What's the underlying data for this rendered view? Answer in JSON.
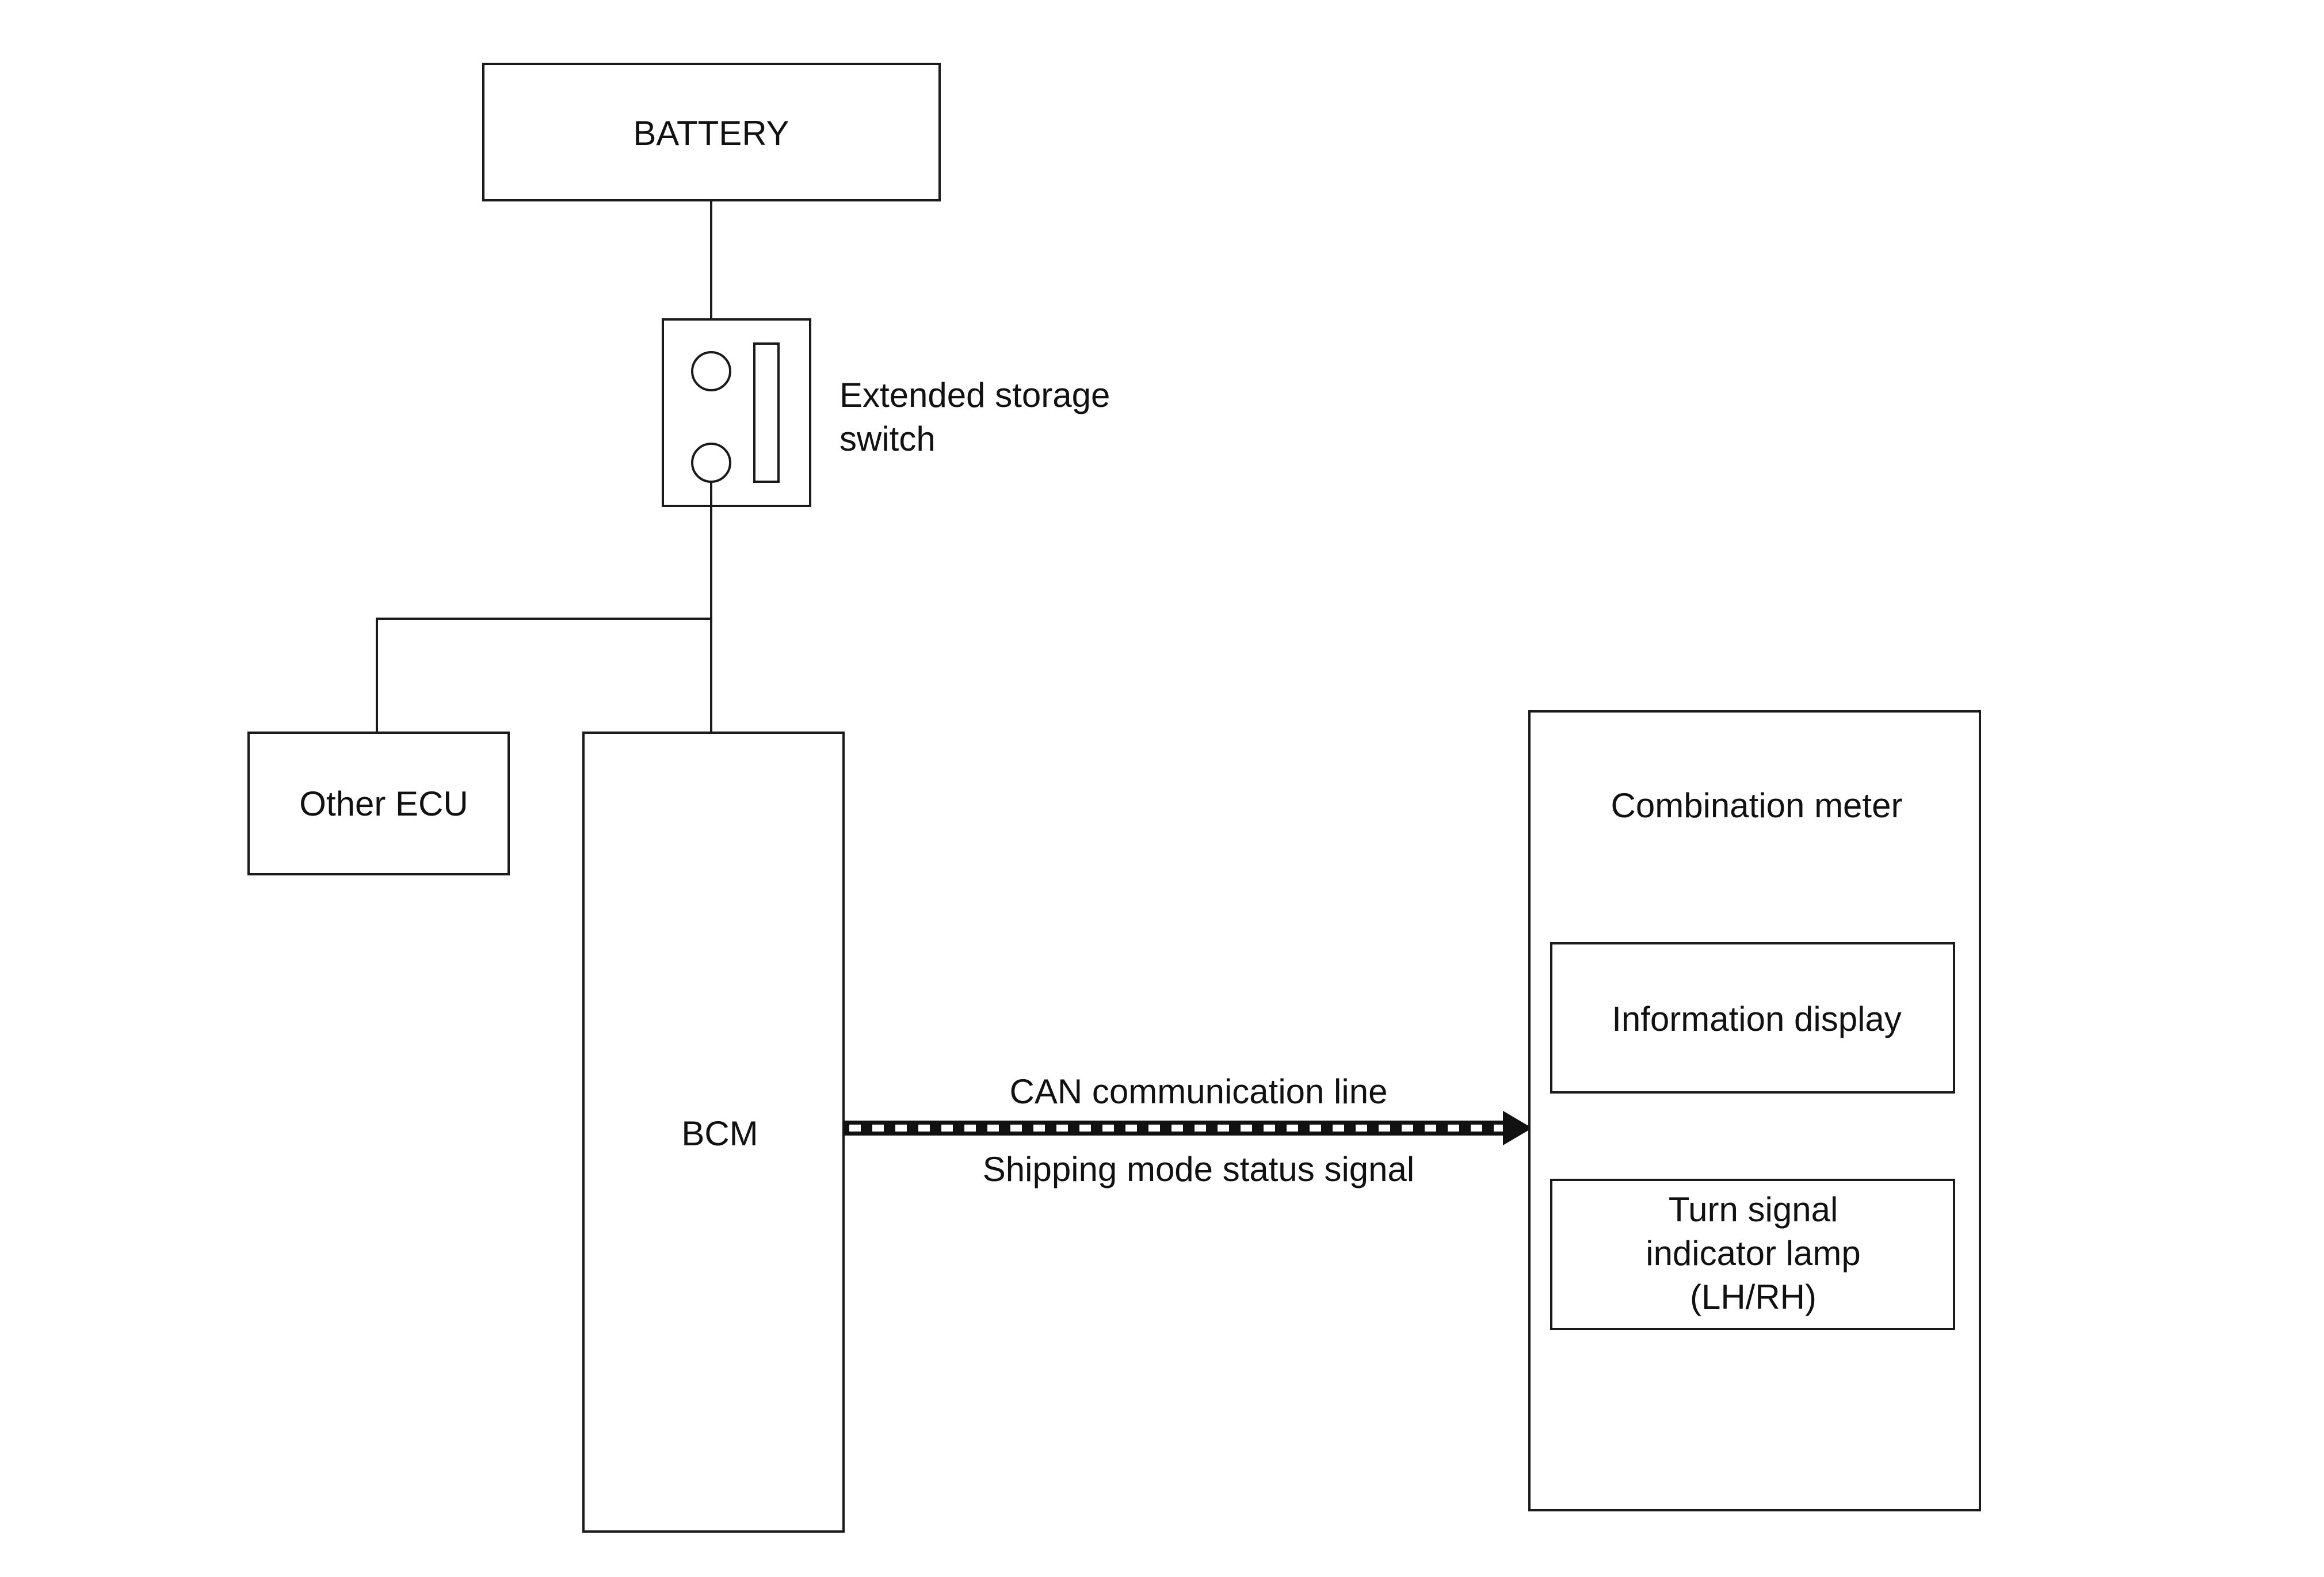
{
  "nodes": {
    "battery": "BATTERY",
    "switch_line1": "Extended storage",
    "switch_line2": "switch",
    "other_ecu": "Other ECU",
    "bcm": "BCM",
    "combination_meter": "Combination meter",
    "information_display": "Information display",
    "turn_signal_line1": "Turn signal",
    "turn_signal_line2": "indicator lamp",
    "turn_signal_line3": "(LH/RH)"
  },
  "links": {
    "can_line": "CAN communication line",
    "signal": "Shipping mode status signal"
  }
}
